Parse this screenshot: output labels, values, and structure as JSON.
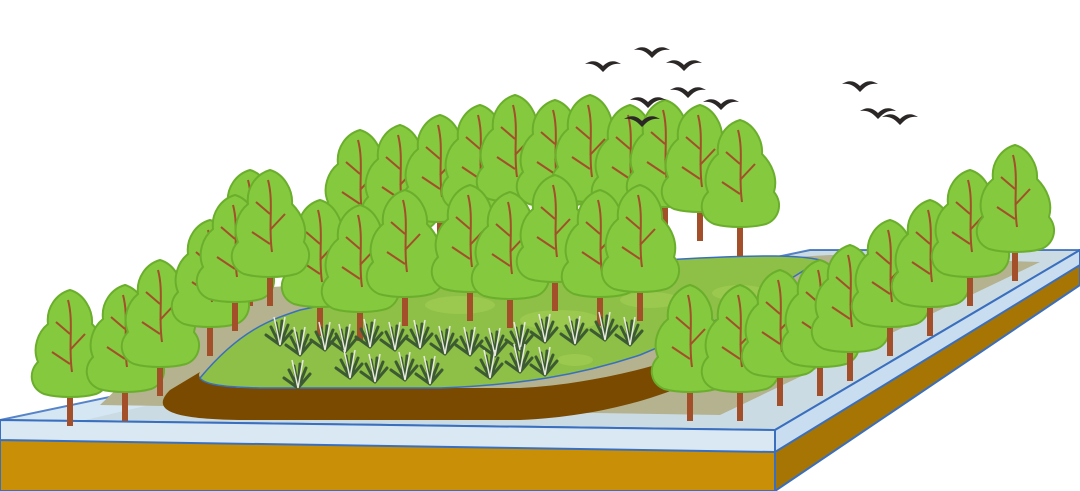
{
  "scene": {
    "elements": [
      "ground-slab",
      "water-layer",
      "wetland-island",
      "mud-channel",
      "tree-grove",
      "grass-clumps",
      "bird-flock"
    ]
  },
  "colors": {
    "soil": "#c98f06",
    "soil_dark": "#a77503",
    "water": "#cfe3f3",
    "water_edge": "#3a6fbf",
    "slab_top": "#b4b28f",
    "island_green": "#8ebf46",
    "island_light": "#9bc84f",
    "mud": "#7a4a00",
    "tree_light": "#84c93e",
    "tree_dark": "#6aae2c",
    "trunk": "#a24f2a",
    "grass": "#3d5b33",
    "bird": "#2b2726"
  }
}
